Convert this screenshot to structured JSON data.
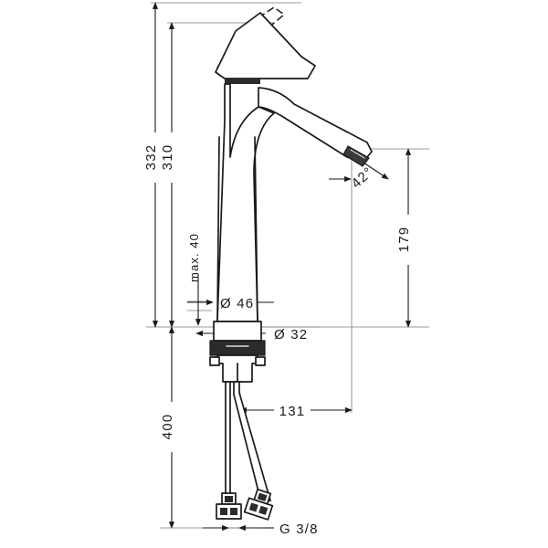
{
  "drawing": {
    "title": "Single lever basin mixer technical dimension drawing",
    "type": "technical-dimension-drawing",
    "units": "mm",
    "background_color": "#ffffff",
    "line_color": "#1a1a1a",
    "thin_line_color": "#6e6e6e"
  },
  "dimensions": {
    "total_height": "332",
    "spout_height_overall": "310",
    "body_diameter": "Ø 46",
    "base_diameter": "Ø 32",
    "max_deck_thickness": "max. 40",
    "spout_reach": "131",
    "spout_projection_height": "179",
    "spout_angle": "42°",
    "hose_length": "400",
    "connection_thread": "G 3/8"
  },
  "labels": [
    {
      "id": "h332",
      "text": "332",
      "orientation": "vertical"
    },
    {
      "id": "h310",
      "text": "310",
      "orientation": "vertical"
    },
    {
      "id": "max40",
      "text": "max. 40",
      "orientation": "vertical"
    },
    {
      "id": "d46",
      "text": "Ø 46",
      "orientation": "horizontal"
    },
    {
      "id": "d32",
      "text": "Ø 32",
      "orientation": "horizontal"
    },
    {
      "id": "a42",
      "text": "42°",
      "orientation": "rotated"
    },
    {
      "id": "h179",
      "text": "179",
      "orientation": "vertical"
    },
    {
      "id": "h400",
      "text": "400",
      "orientation": "vertical"
    },
    {
      "id": "r131",
      "text": "131",
      "orientation": "horizontal"
    },
    {
      "id": "g38",
      "text": "G 3/8",
      "orientation": "horizontal"
    }
  ],
  "product": {
    "component_lever": "lever-handle",
    "component_lever_open": "lever-handle-raised-dashed",
    "component_body": "mixer-body-column",
    "component_spout": "angled-spout",
    "component_aerator": "aerator-outlet",
    "component_base": "base-ring",
    "component_mounting": "mounting-nut-assembly",
    "component_hoses": "flexible-supply-hoses",
    "component_connectors": "hose-end-connectors"
  }
}
